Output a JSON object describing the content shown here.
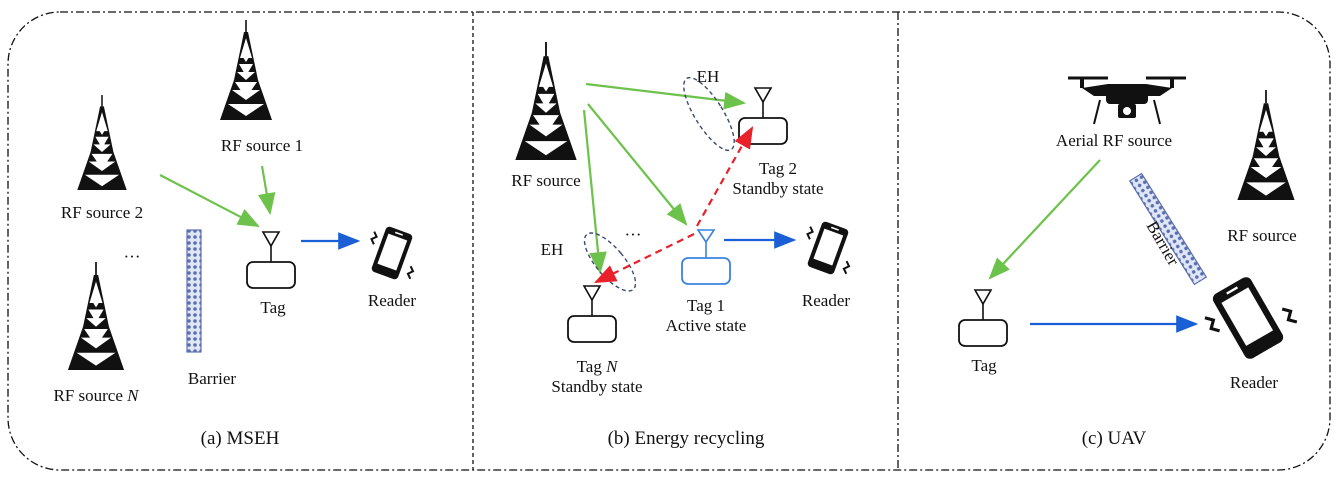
{
  "panels": {
    "a": {
      "caption": "(a) MSEH",
      "rf_source_1": "RF source 1",
      "rf_source_2": "RF source 2",
      "rf_source_n_prefix": "RF source ",
      "rf_source_n_var": "N",
      "ellipsis": "···",
      "barrier": "Barrier",
      "tag": "Tag",
      "reader": "Reader"
    },
    "b": {
      "caption": "(b)  Energy recycling",
      "rf_source": "RF source",
      "eh_top": "EH",
      "eh_left": "EH",
      "ellipsis": "···",
      "tag2_name": "Tag 2",
      "tag2_state": "Standby state",
      "tag1_name": "Tag 1",
      "tag1_state": "Active state",
      "tagn_prefix": "Tag ",
      "tagn_var": "N",
      "tagn_state": "Standby state",
      "reader": "Reader"
    },
    "c": {
      "caption": "(c)  UAV",
      "aerial_rf_source": "Aerial RF source",
      "rf_source": "RF source",
      "barrier": "Barrier",
      "tag": "Tag",
      "reader": "Reader"
    }
  },
  "colors": {
    "energy_link": "#6cc24a",
    "data_link": "#1a5fd6",
    "recycle_link": "#e8212a",
    "active_tag": "#3b82e0",
    "eh_ellipse": "#3d4a6b",
    "barrier_fill": "#5b6fb0",
    "outline": "#111111"
  }
}
